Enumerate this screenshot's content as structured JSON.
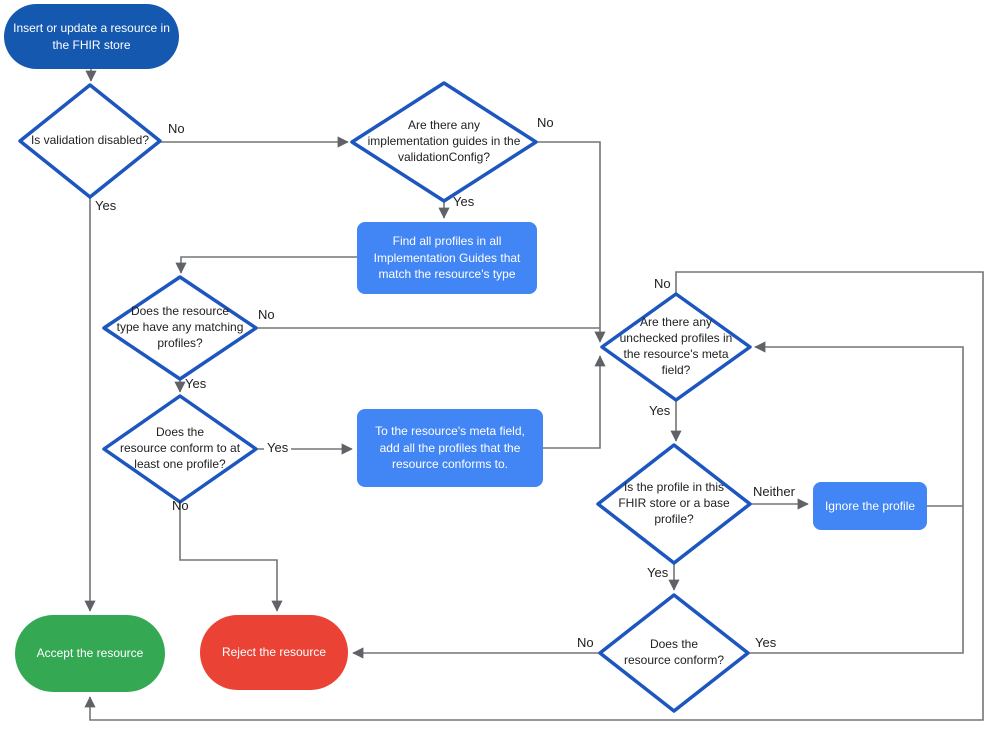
{
  "colors": {
    "start_fill": "#1558B0",
    "process_fill": "#4285F4",
    "accept_fill": "#34A853",
    "reject_fill": "#EA4335",
    "diamond_stroke": "#1C56BE",
    "diamond_fill": "#FFFFFF",
    "line": "#757575",
    "arrow": "#5F6368",
    "label_text": "#212121",
    "node_text_light": "#FFFFFF"
  },
  "nodes": {
    "start": {
      "label": "Insert or update a resource in\nthe FHIR store"
    },
    "validation_disabled": {
      "label": "Is validation disabled?"
    },
    "implementation_guides": {
      "label": "Are there any\nimplementation guides in the\nvalidationConfig?"
    },
    "find_profiles": {
      "label": "Find all profiles in all\nImplementation Guides that\nmatch the resource's type"
    },
    "matching_profiles": {
      "label": "Does the resource\ntype have any matching\nprofiles?"
    },
    "conform_one": {
      "label": "Does the\nresource conform to at\nleast one profile?"
    },
    "add_profiles": {
      "label": "To the resource's meta field,\nadd all the profiles that the\nresource conforms to."
    },
    "unchecked_profiles": {
      "label": "Are there any\nunchecked profiles in\nthe resource's meta\nfield?"
    },
    "profile_in_store": {
      "label": "Is the profile in this\nFHIR store or a base\nprofile?"
    },
    "ignore_profile": {
      "label": "Ignore the profile"
    },
    "does_conform": {
      "label": "Does the\nresource conform?"
    },
    "accept": {
      "label": "Accept the resource"
    },
    "reject": {
      "label": "Reject the resource"
    }
  },
  "edges": {
    "validation_disabled_no": "No",
    "validation_disabled_yes": "Yes",
    "implementation_guides_no": "No",
    "implementation_guides_yes": "Yes",
    "matching_profiles_no": "No",
    "matching_profiles_yes": "Yes",
    "conform_one_yes": "Yes",
    "conform_one_no": "No",
    "unchecked_profiles_no": "No",
    "unchecked_profiles_yes": "Yes",
    "profile_in_store_neither": "Neither",
    "profile_in_store_yes": "Yes",
    "does_conform_no": "No",
    "does_conform_yes": "Yes"
  }
}
